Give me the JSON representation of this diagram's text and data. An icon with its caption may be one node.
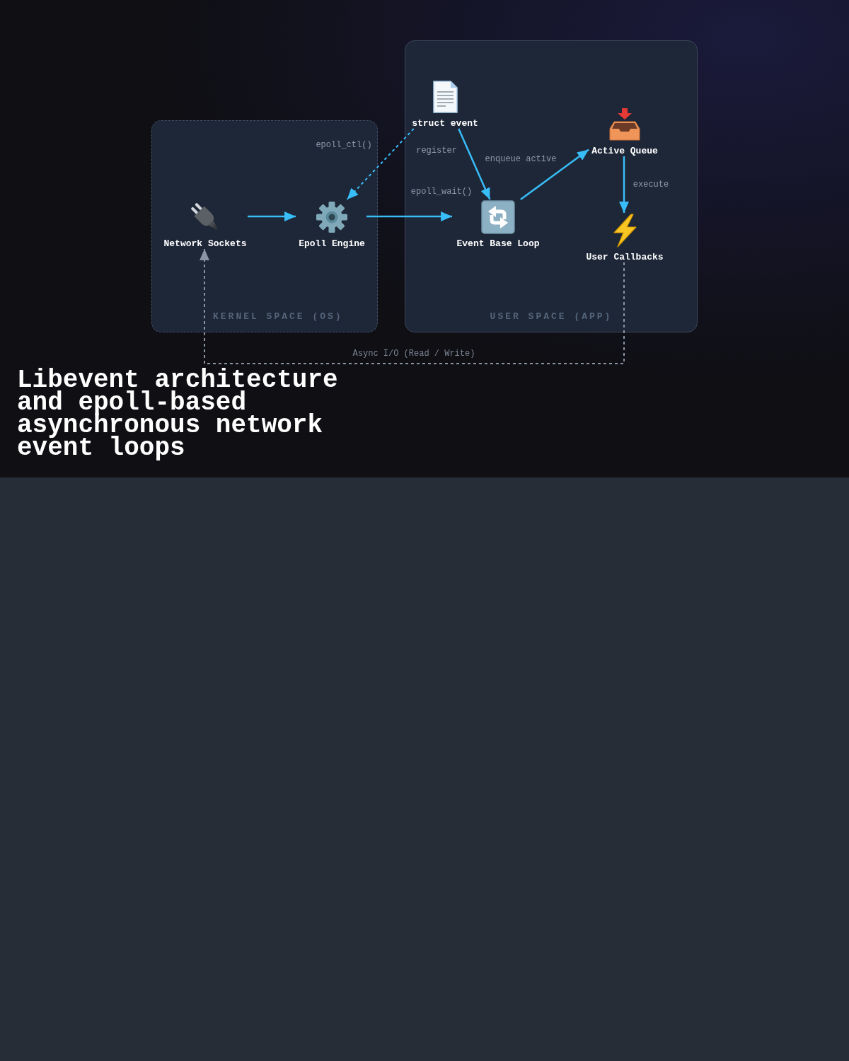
{
  "diagram": {
    "title": "Libevent architecture and epoll-based asynchronous network event loops",
    "nodes": [
      {
        "text": [
          "KERNEL SPACE (OS)"
        ]
      },
      {
        "text": [
          "Network Sockets"
        ],
        "in": 0
      },
      {
        "text": [
          "Epoll Engine"
        ],
        "in": 0
      },
      {
        "text": [
          "USER SPACE (APP)"
        ]
      },
      {
        "text": [
          "struct event"
        ],
        "in": 3
      },
      {
        "text": [
          "Event Base Loop"
        ],
        "in": 3
      },
      {
        "text": [
          "Active Queue"
        ],
        "in": 3
      },
      {
        "text": [
          "User Callbacks"
        ],
        "in": 3
      }
    ],
    "edges": [
      {
        "from": 1,
        "to": 2,
        "arrow": "to"
      },
      {
        "from": 4,
        "to": 2,
        "arrow": "to",
        "label": "epoll_ctl()",
        "style": "dashed"
      },
      {
        "from": 2,
        "to": 5,
        "arrow": "to",
        "label": "epoll_wait()"
      },
      {
        "from": 4,
        "to": 5,
        "arrow": "to",
        "label": "register"
      },
      {
        "from": 5,
        "to": 6,
        "arrow": "to",
        "label": "enqueue active"
      },
      {
        "from": 6,
        "to": 7,
        "arrow": "to",
        "label": "execute"
      },
      {
        "from": 7,
        "to": 1,
        "arrow": "to",
        "label": "Async I/O (Read / Write)",
        "style": "dashed",
        "color": "#8b94a3"
      }
    ]
  }
}
